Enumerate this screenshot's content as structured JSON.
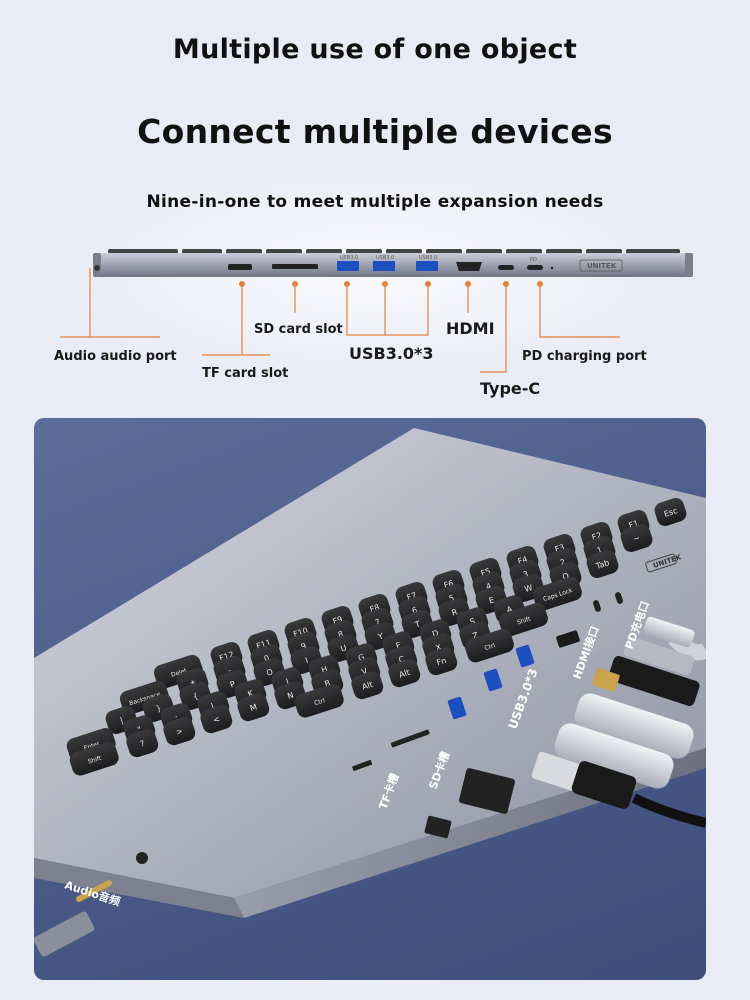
{
  "titles": {
    "main": "Multiple use of one object",
    "sub": "Connect multiple devices",
    "tagline": "Nine-in-one to meet multiple expansion needs"
  },
  "ports": {
    "audio": "Audio audio port",
    "tf": "TF card slot",
    "sd": "SD card slot",
    "usb": "USB3.0*3",
    "hdmi": "HDMI",
    "typec": "Type-C",
    "pd": "PD charging port"
  },
  "hub_markings": {
    "brand": "UNITEK",
    "usb_port": "USB3.0",
    "pd_port": "PD"
  },
  "photo_labels": {
    "audio": "Audio音频",
    "tf": "TF卡槽",
    "sd": "SD卡槽",
    "usb": "USB3.0*3",
    "hdmi": "HDMI接口",
    "pd": "PD充电口",
    "brand": "UNITEK"
  },
  "keys": {
    "row1": [
      "Esc",
      "F1",
      "F2",
      "F3",
      "F4",
      "F5",
      "F6",
      "F7",
      "F8",
      "F9",
      "F10",
      "F11",
      "F12",
      "Delet"
    ],
    "row2": [
      "~",
      "1",
      "2",
      "3",
      "4",
      "5",
      "6",
      "7",
      "8",
      "9",
      "0",
      "-",
      "+",
      "Backspace"
    ],
    "row3": [
      "Tab",
      "Q",
      "W",
      "E",
      "R",
      "T",
      "Y",
      "U",
      "I",
      "O",
      "P",
      "{",
      "}",
      "|"
    ],
    "row4": [
      "Caps Lock",
      "A",
      "S",
      "D",
      "F",
      "G",
      "H",
      "J",
      "K",
      "L",
      ":",
      "\"",
      "Enter"
    ],
    "row5": [
      "Shift",
      "Z",
      "X",
      "C",
      "V",
      "B",
      "N",
      "M",
      "<",
      ">",
      "?",
      "Shift"
    ],
    "row6": [
      "Ctrl",
      "Fn",
      "Alt",
      "Alt",
      "Ctrl"
    ]
  }
}
